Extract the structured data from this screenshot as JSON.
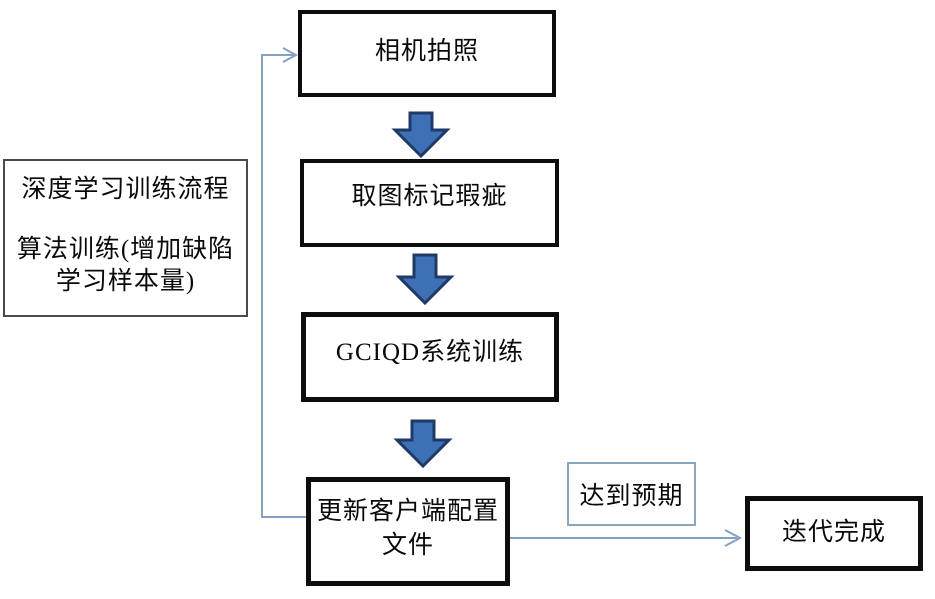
{
  "diagram": {
    "type": "flowchart",
    "nodes": {
      "camera": {
        "label": "相机拍照"
      },
      "mark_defects": {
        "label": "取图标记瑕疵"
      },
      "gciqd_training": {
        "label": "GCIQD系统训练"
      },
      "update_config": {
        "line1": "更新客户端配置",
        "line2": "文件"
      },
      "side_note": {
        "line1": "深度学习训练流程",
        "line2": "算法训练(增加缺陷",
        "line3": "学习样本量)"
      },
      "expectation": {
        "label": "达到预期"
      },
      "iteration_done": {
        "label": "迭代完成"
      }
    },
    "edges": [
      {
        "from": "camera",
        "to": "mark_defects",
        "style": "block-arrow"
      },
      {
        "from": "mark_defects",
        "to": "gciqd_training",
        "style": "block-arrow"
      },
      {
        "from": "gciqd_training",
        "to": "update_config",
        "style": "block-arrow"
      },
      {
        "from": "update_config",
        "to": "iteration_done",
        "label": "达到预期",
        "style": "thin-arrow"
      },
      {
        "from": "update_config",
        "to": "camera",
        "style": "thin-arrow-feedback-loop"
      }
    ],
    "colors": {
      "background": "#ffffff",
      "node_border": "#0d0d0d",
      "note_border": "#4a4a4a",
      "expect_border": "#8ca6c0",
      "connector": "#84a0c2",
      "block_arrow_fill": "#3d70b5",
      "block_arrow_stroke": "#1f3a66",
      "text": "#0a0a0a"
    }
  }
}
